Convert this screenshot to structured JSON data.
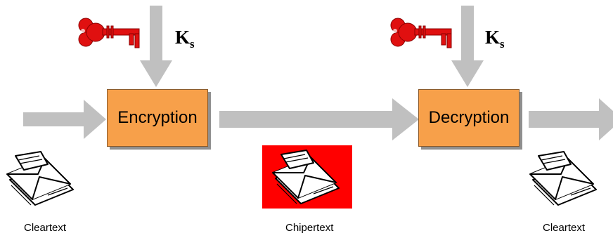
{
  "steps": {
    "encrypt_label": "Encryption",
    "decrypt_label": "Decryption"
  },
  "keys": {
    "encrypt_key": {
      "symbol": "K",
      "subscript": "s"
    },
    "decrypt_key": {
      "symbol": "K",
      "subscript": "s"
    }
  },
  "messages": {
    "input_caption": "Cleartext",
    "middle_caption": "Chipertext",
    "output_caption": "Cleartext"
  },
  "colors": {
    "arrow": "#c0c0c0",
    "box_fill": "#f7a04a",
    "key": "#e01010",
    "ciphertext_bg": "#ff0000"
  }
}
